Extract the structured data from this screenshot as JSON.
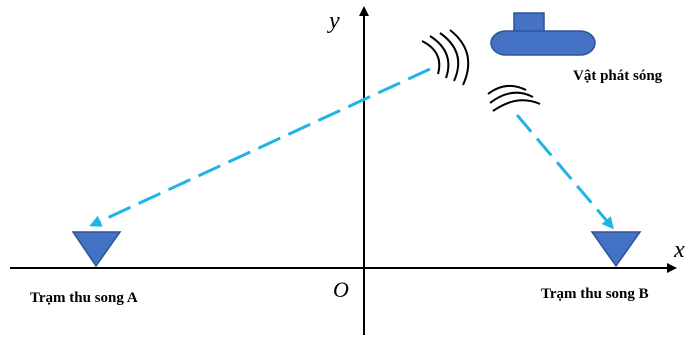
{
  "axes": {
    "x_label": "x",
    "y_label": "y",
    "origin_label": "O"
  },
  "stations": {
    "a_label": "Trạm thu song A",
    "b_label": "Trạm thu song B"
  },
  "emitter": {
    "label": "Vật phát sóng"
  },
  "colors": {
    "shape_fill": "#4472C4",
    "shape_stroke": "#2F5597",
    "signal": "#1EB4E6",
    "axis": "#000000"
  }
}
